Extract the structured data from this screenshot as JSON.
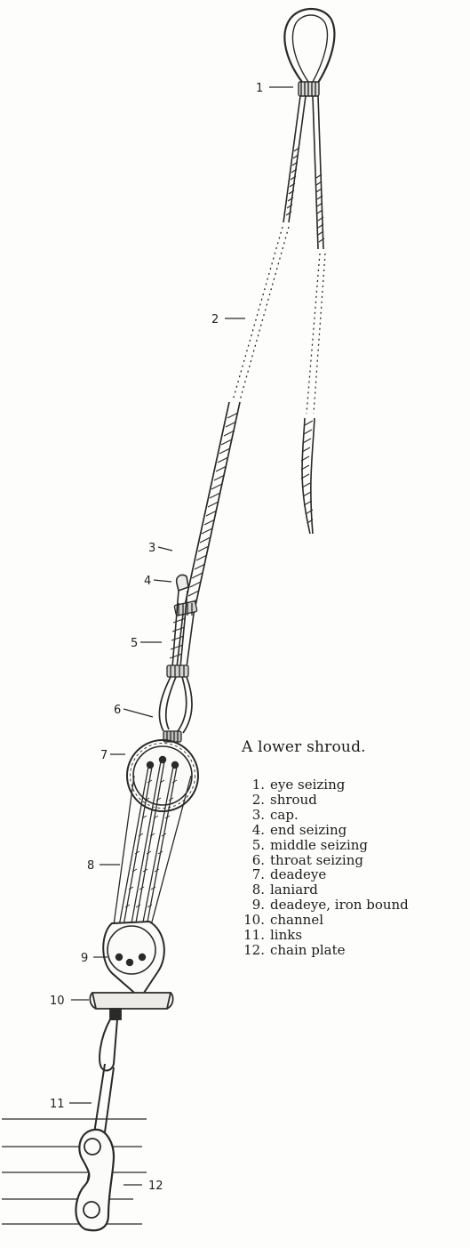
{
  "caption": "A lower shroud.",
  "legend": [
    {
      "num": "1.",
      "text": "eye seizing"
    },
    {
      "num": "2.",
      "text": "shroud"
    },
    {
      "num": "3.",
      "text": "cap."
    },
    {
      "num": "4.",
      "text": "end seizing"
    },
    {
      "num": "5.",
      "text": "middle seizing"
    },
    {
      "num": "6.",
      "text": "throat seizing"
    },
    {
      "num": "7.",
      "text": "deadeye"
    },
    {
      "num": "8.",
      "text": "laniard"
    },
    {
      "num": "9.",
      "text": "deadeye, iron bound"
    },
    {
      "num": "10.",
      "text": "channel"
    },
    {
      "num": "11.",
      "text": "links"
    },
    {
      "num": "12.",
      "text": "chain plate"
    }
  ],
  "callouts": [
    "1",
    "2",
    "3",
    "4",
    "5",
    "6",
    "7",
    "8",
    "9",
    "10",
    "11",
    "12"
  ],
  "colors": {
    "ink": "#2a2a2a",
    "paper": "#fdfdfc"
  }
}
